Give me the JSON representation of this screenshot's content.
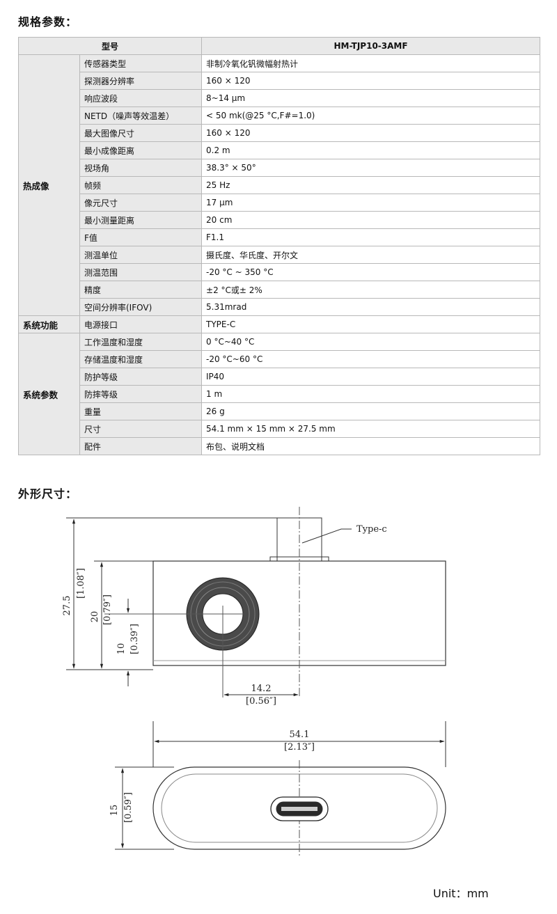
{
  "headings": {
    "spec": "规格参数：",
    "dimensions": "外形尺寸："
  },
  "table": {
    "model_label": "型号",
    "model_value": "HM-TJP10-3AMF",
    "groups": [
      {
        "category": "热成像",
        "rows": [
          {
            "param": "传感器类型",
            "value": "非制冷氧化钒微幅射热计"
          },
          {
            "param": "探测器分辨率",
            "value": "160 × 120"
          },
          {
            "param": "响应波段",
            "value": "8~14 μm"
          },
          {
            "param": "NETD（噪声等效温差）",
            "value": "< 50 mk(@25 °C,F#=1.0)"
          },
          {
            "param": "最大图像尺寸",
            "value": "160 × 120"
          },
          {
            "param": "最小成像距离",
            "value": "0.2 m"
          },
          {
            "param": "视场角",
            "value": "38.3° × 50°"
          },
          {
            "param": "帧频",
            "value": "25 Hz"
          },
          {
            "param": "像元尺寸",
            "value": "17 μm"
          },
          {
            "param": "最小测量距离",
            "value": "20 cm"
          },
          {
            "param": "F值",
            "value": "F1.1"
          },
          {
            "param": "测温单位",
            "value": "摄氏度、华氏度、开尔文"
          },
          {
            "param": "测温范围",
            "value": "-20 °C ~ 350 °C"
          },
          {
            "param": "精度",
            "value": "±2 °C或± 2%"
          },
          {
            "param": "空间分辨率(IFOV)",
            "value": "5.31mrad"
          }
        ]
      },
      {
        "category": "系统功能",
        "rows": [
          {
            "param": "电源接口",
            "value": "TYPE-C"
          }
        ]
      },
      {
        "category": "系统参数",
        "rows": [
          {
            "param": "工作温度和湿度",
            "value": "0 °C~40 °C"
          },
          {
            "param": "存储温度和湿度",
            "value": "-20 °C~60 °C"
          },
          {
            "param": "防护等级",
            "value": "IP40"
          },
          {
            "param": "防摔等级",
            "value": "1 m"
          },
          {
            "param": "重量",
            "value": "26 g"
          },
          {
            "param": "尺寸",
            "value": "54.1 mm × 15 mm × 27.5 mm"
          },
          {
            "param": "配件",
            "value": "布包、说明文档"
          }
        ]
      }
    ]
  },
  "drawing": {
    "connector_label": "Type-c",
    "height_total": "27.5",
    "height_total_in": "[1.08″]",
    "height_body": "20",
    "height_body_in": "[0.79″]",
    "lens_center": "10",
    "lens_center_in": "[0.39″]",
    "lens_offset": "14.2",
    "lens_offset_in": "[0.56″]",
    "width": "54.1",
    "width_in": "[2.13″]",
    "depth": "15",
    "depth_in": "[0.59″]"
  },
  "unit_label": "Unit：mm"
}
